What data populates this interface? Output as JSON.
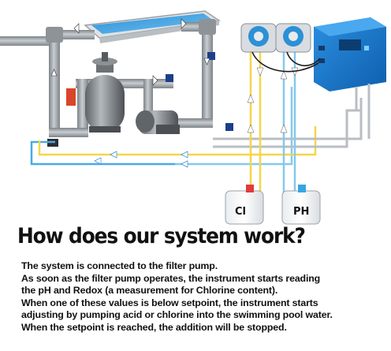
{
  "diagram": {
    "canisters": [
      {
        "label": "Cl",
        "cap_color": "#e23b3b"
      },
      {
        "label": "PH",
        "cap_color": "#35a7e0"
      }
    ],
    "line_colors": {
      "chlorine": "#f5d54b",
      "ph": "#86c8ee",
      "pipe": "#9ea3a8",
      "water": "#49a9e6",
      "controller": "#1b7fd6"
    }
  },
  "headline": "How does our system work?",
  "paragraph": [
    "The system is connected to the filter pump.",
    "As soon as the filter pump operates, the instrument starts reading",
    "the pH and Redox (a measurement for Chlorine content).",
    "When one of these values is below setpoint, the instrument starts",
    "adjusting by pumping acid or chlorine into the swimming pool water.",
    "When the setpoint is reached, the addition will be stopped."
  ]
}
